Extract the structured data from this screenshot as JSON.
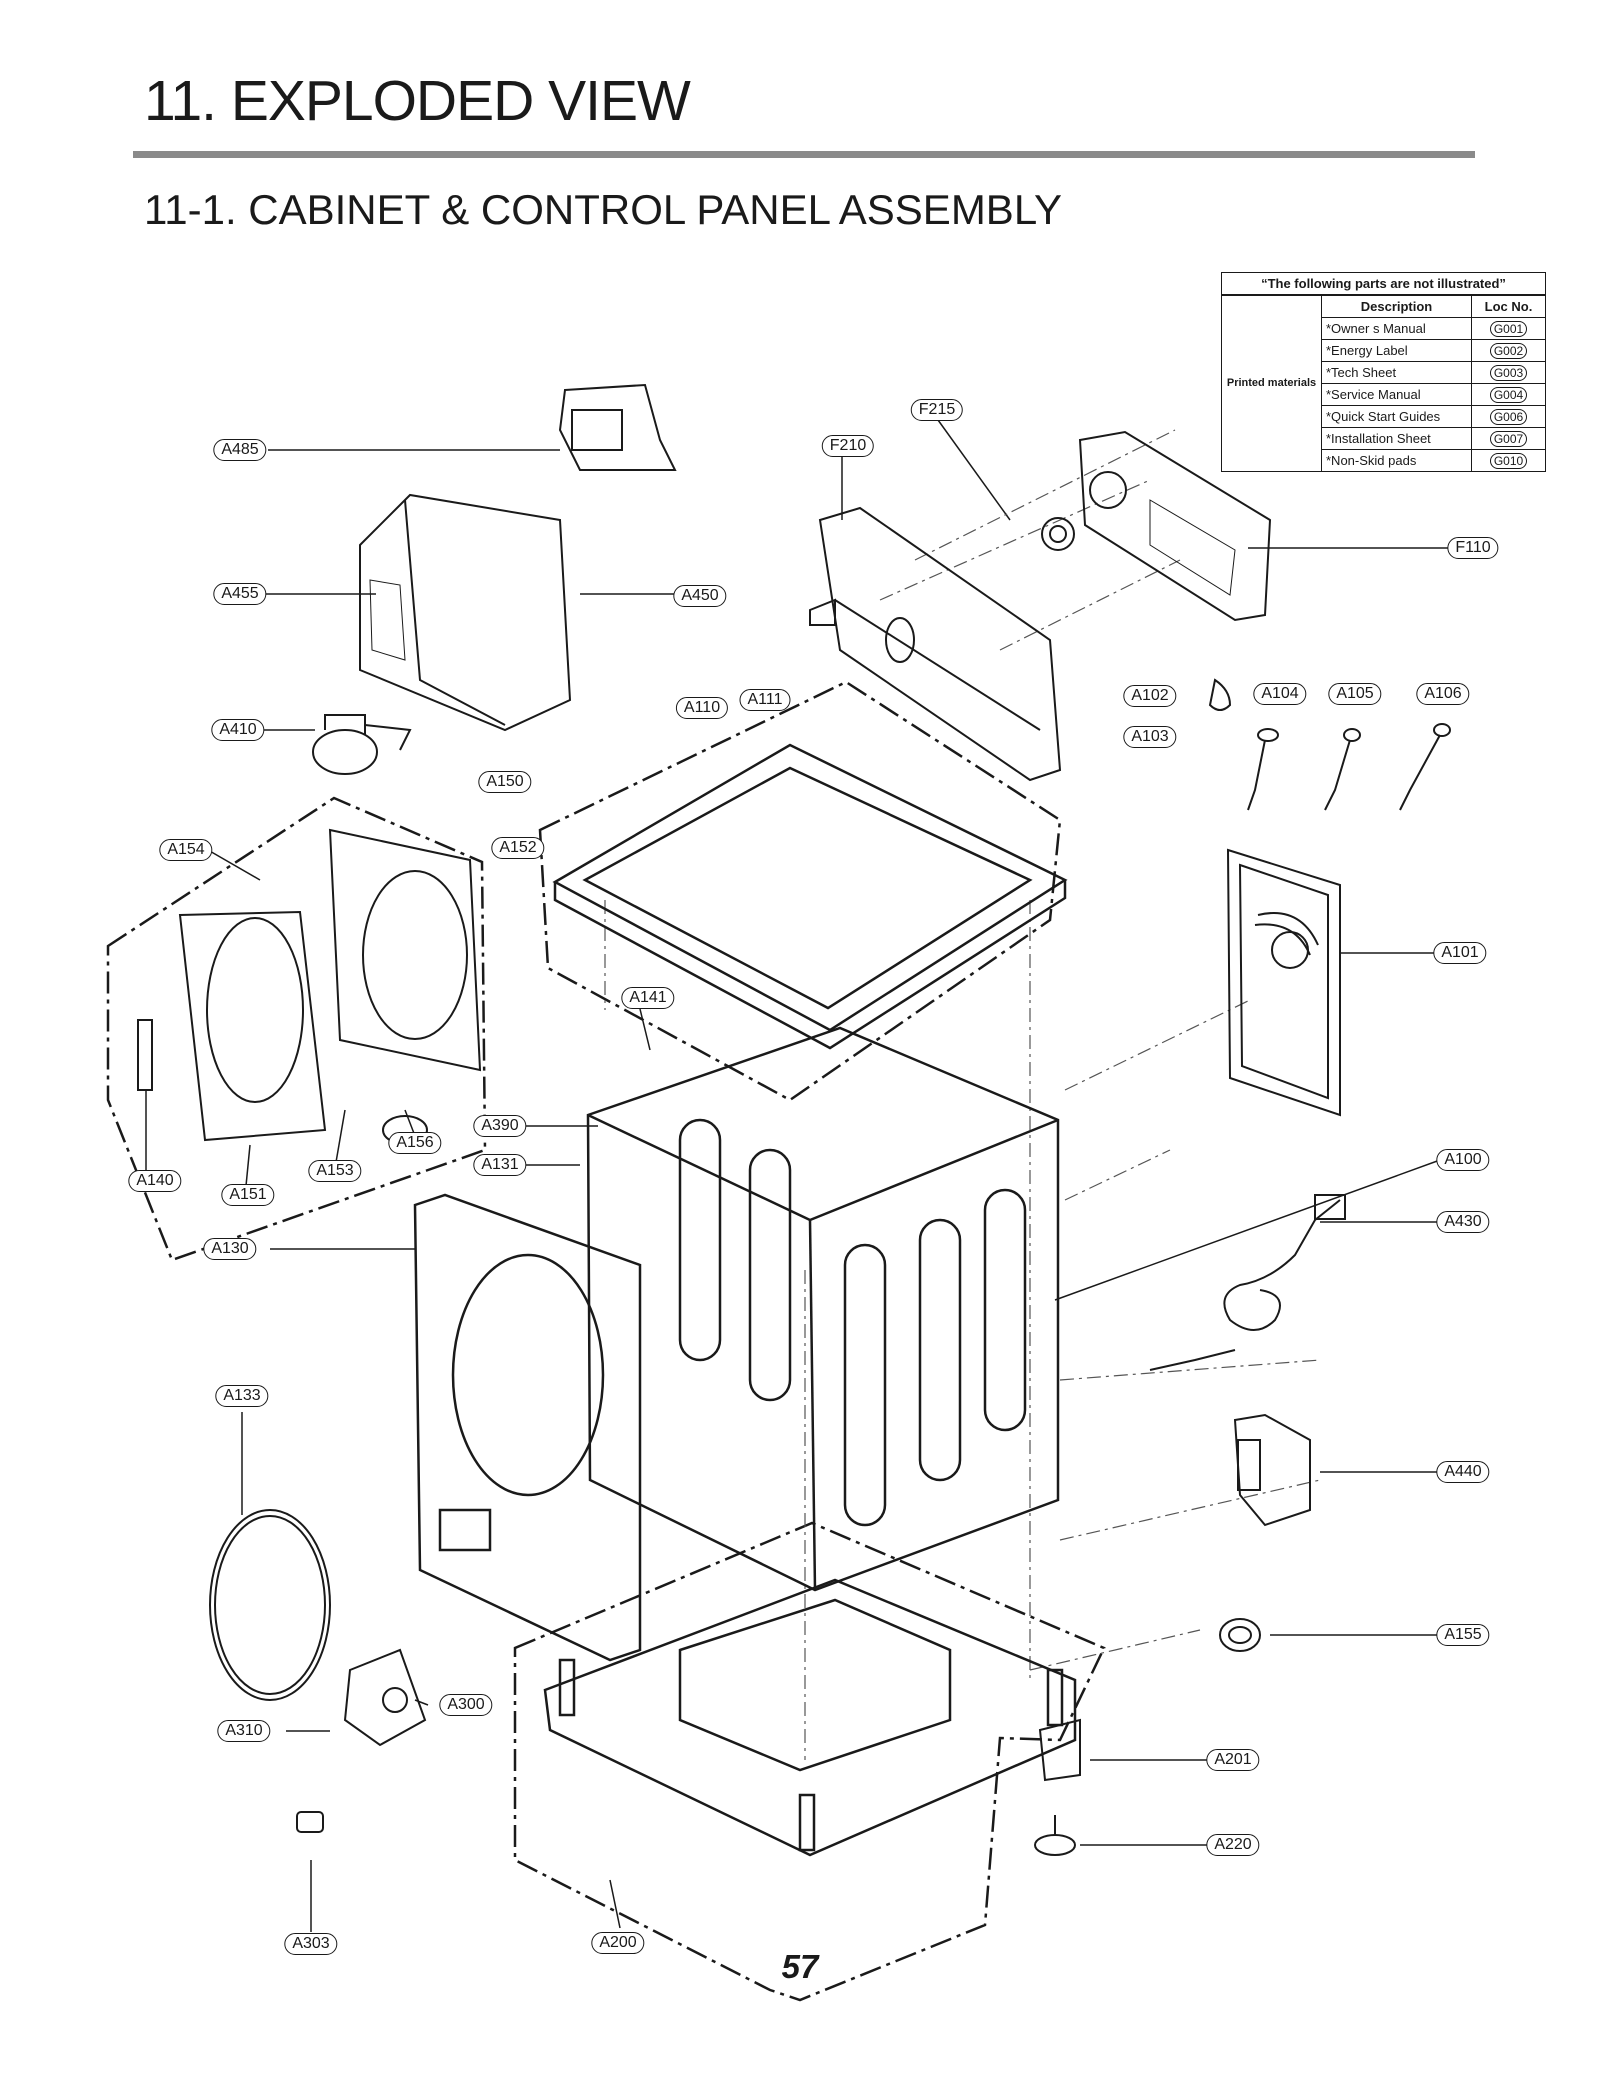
{
  "header": {
    "title": "11. EXPLODED VIEW",
    "section": "11-1.  CABINET & CONTROL PANEL ASSEMBLY"
  },
  "not_illustrated": {
    "caption": "“The following parts are not illustrated”",
    "col_description": "Description",
    "col_loc": "Loc No.",
    "group": "Printed materials",
    "rows": [
      {
        "description": "*Owner s Manual",
        "loc": "G001"
      },
      {
        "description": "*Energy Label",
        "loc": "G002"
      },
      {
        "description": "*Tech Sheet",
        "loc": "G003"
      },
      {
        "description": "*Service Manual",
        "loc": "G004"
      },
      {
        "description": "*Quick Start Guides",
        "loc": "G006"
      },
      {
        "description": "*Installation Sheet",
        "loc": "G007"
      },
      {
        "description": "*Non-Skid   pads",
        "loc": "G010"
      }
    ]
  },
  "callouts": {
    "A485": "A485",
    "F210": "F210",
    "F215": "F215",
    "F110": "F110",
    "A455": "A455",
    "A450": "A450",
    "A410": "A410",
    "A110": "A110",
    "A111": "A111",
    "A102": "A102",
    "A104": "A104",
    "A105": "A105",
    "A106": "A106",
    "A103": "A103",
    "A150": "A150",
    "A154": "A154",
    "A152": "A152",
    "A101": "A101",
    "A141": "A141",
    "A390": "A390",
    "A131": "A131",
    "A156": "A156",
    "A140": "A140",
    "A151": "A151",
    "A153": "A153",
    "A100": "A100",
    "A130": "A130",
    "A430": "A430",
    "A133": "A133",
    "A440": "A440",
    "A155": "A155",
    "A300": "A300",
    "A310": "A310",
    "A201": "A201",
    "A220": "A220",
    "A303": "A303",
    "A200": "A200"
  },
  "page_number": "57"
}
